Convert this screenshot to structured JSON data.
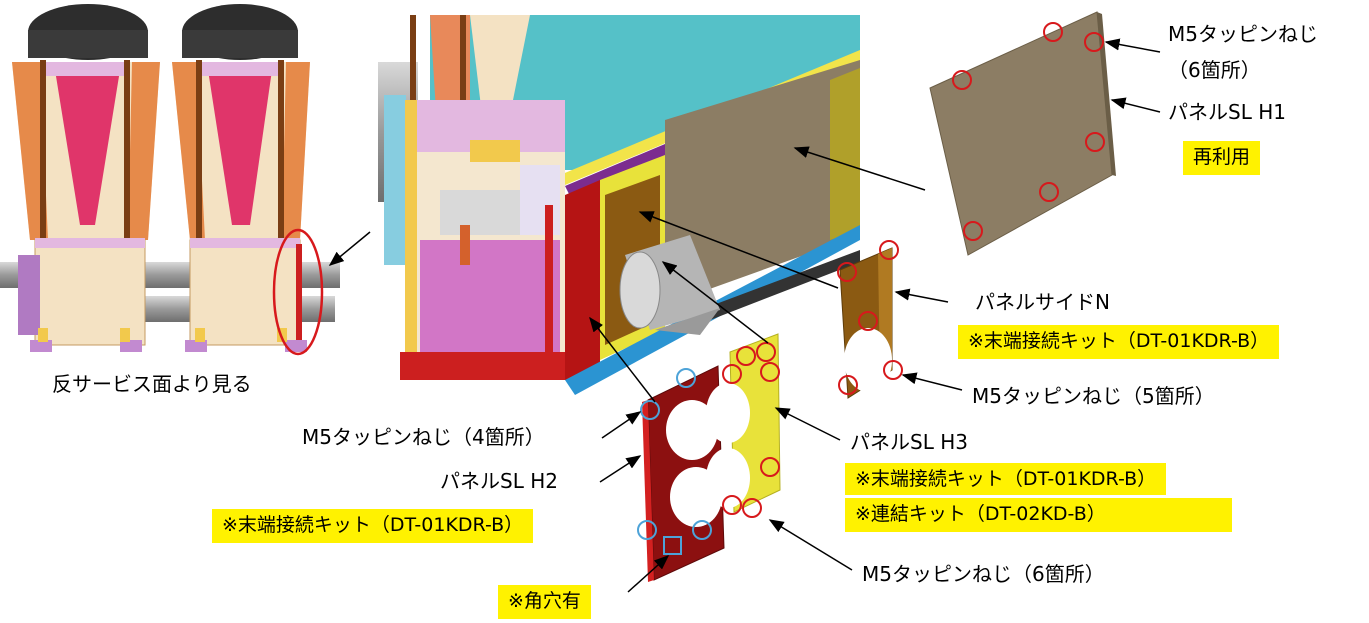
{
  "labels": {
    "reverse_view": "反サービス面より見る",
    "screw_top": "M5タッピンねじ",
    "screw_top_count": "（6箇所）",
    "panel_h1": "パネルSL H1",
    "reuse": "再利用",
    "panel_side_n": "パネルサイドN",
    "kit_side_n": "※末端接続キット（DT-01KDR-B）",
    "screw_side_n": "M5タッピンねじ（5箇所）",
    "screw_h2": "M5タッピンねじ（4箇所）",
    "panel_h2": "パネルSL H2",
    "kit_h2": "※末端接続キット（DT-01KDR-B）",
    "square_hole": "※角穴有",
    "panel_h3": "パネルSL H3",
    "kit_h3_1": "※末端接続キット（DT-01KDR-B）",
    "kit_h3_2": "※連結キット（DT-02KD-B）",
    "screw_h3": "M5タッピンねじ（6箇所）"
  },
  "colors": {
    "highlight": "#fff200",
    "screw_marker": "#d7191c",
    "hole_marker": "#4da3d8",
    "panel_h1": "#8c7d64",
    "panel_side": "#8b5a12",
    "panel_h2": "#8c1010",
    "panel_h3": "#e8e23a"
  }
}
